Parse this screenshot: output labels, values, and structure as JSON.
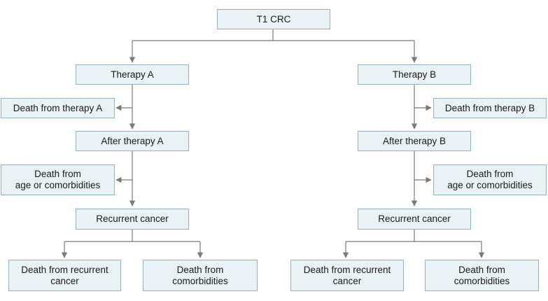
{
  "nodes": {
    "root": "T1 CRC",
    "therapy_a": "Therapy A",
    "therapy_b": "Therapy B",
    "death_therapy_a": "Death from therapy A",
    "death_therapy_b": "Death from therapy B",
    "after_a": "After therapy A",
    "after_b": "After therapy B",
    "death_age_a": "Death from\nage or comorbidities",
    "death_age_b": "Death from\nage or comorbidities",
    "recurrent_a": "Recurrent cancer",
    "recurrent_b": "Recurrent cancer",
    "death_recurrent_a": "Death from recurrent\ncancer",
    "death_comorb_a": "Death from\ncomorbidities",
    "death_recurrent_b": "Death from recurrent\ncancer",
    "death_comorb_b": "Death from\ncomorbidities"
  },
  "colors": {
    "box_fill": "#e9f3f5",
    "box_border": "#8fb3bb",
    "line": "#7a7a7a"
  }
}
